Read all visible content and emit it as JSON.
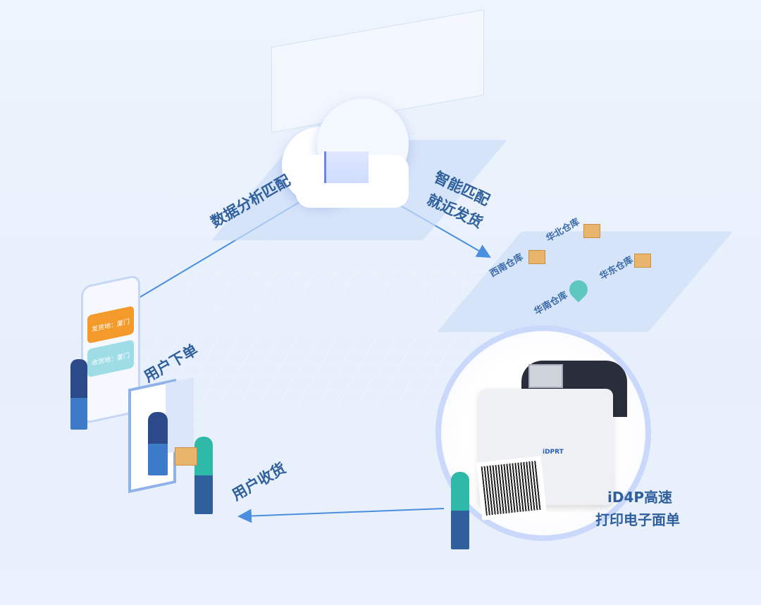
{
  "flow": {
    "data_analysis": "数据分析匹配",
    "smart_match_line1": "智能匹配",
    "smart_match_line2": "就近发货",
    "user_order": "用户下单",
    "user_receive": "用户收货",
    "printer_line1": "iD4P高速",
    "printer_line2": "打印电子面单"
  },
  "warehouses": [
    "西南仓库",
    "华北仓库",
    "华东仓库",
    "华南仓库"
  ],
  "phone": {
    "button_ship_from": "发货地：厦门",
    "button_receive_at": "收货地：厦门"
  },
  "printer": {
    "brand": "iDPRT"
  },
  "colors": {
    "arrow": "#4a8ee0",
    "label": "#2f5f9c",
    "orange": "#f39a2b",
    "cyan": "#9fdde6",
    "accent_ring": "#c9d8fb"
  }
}
